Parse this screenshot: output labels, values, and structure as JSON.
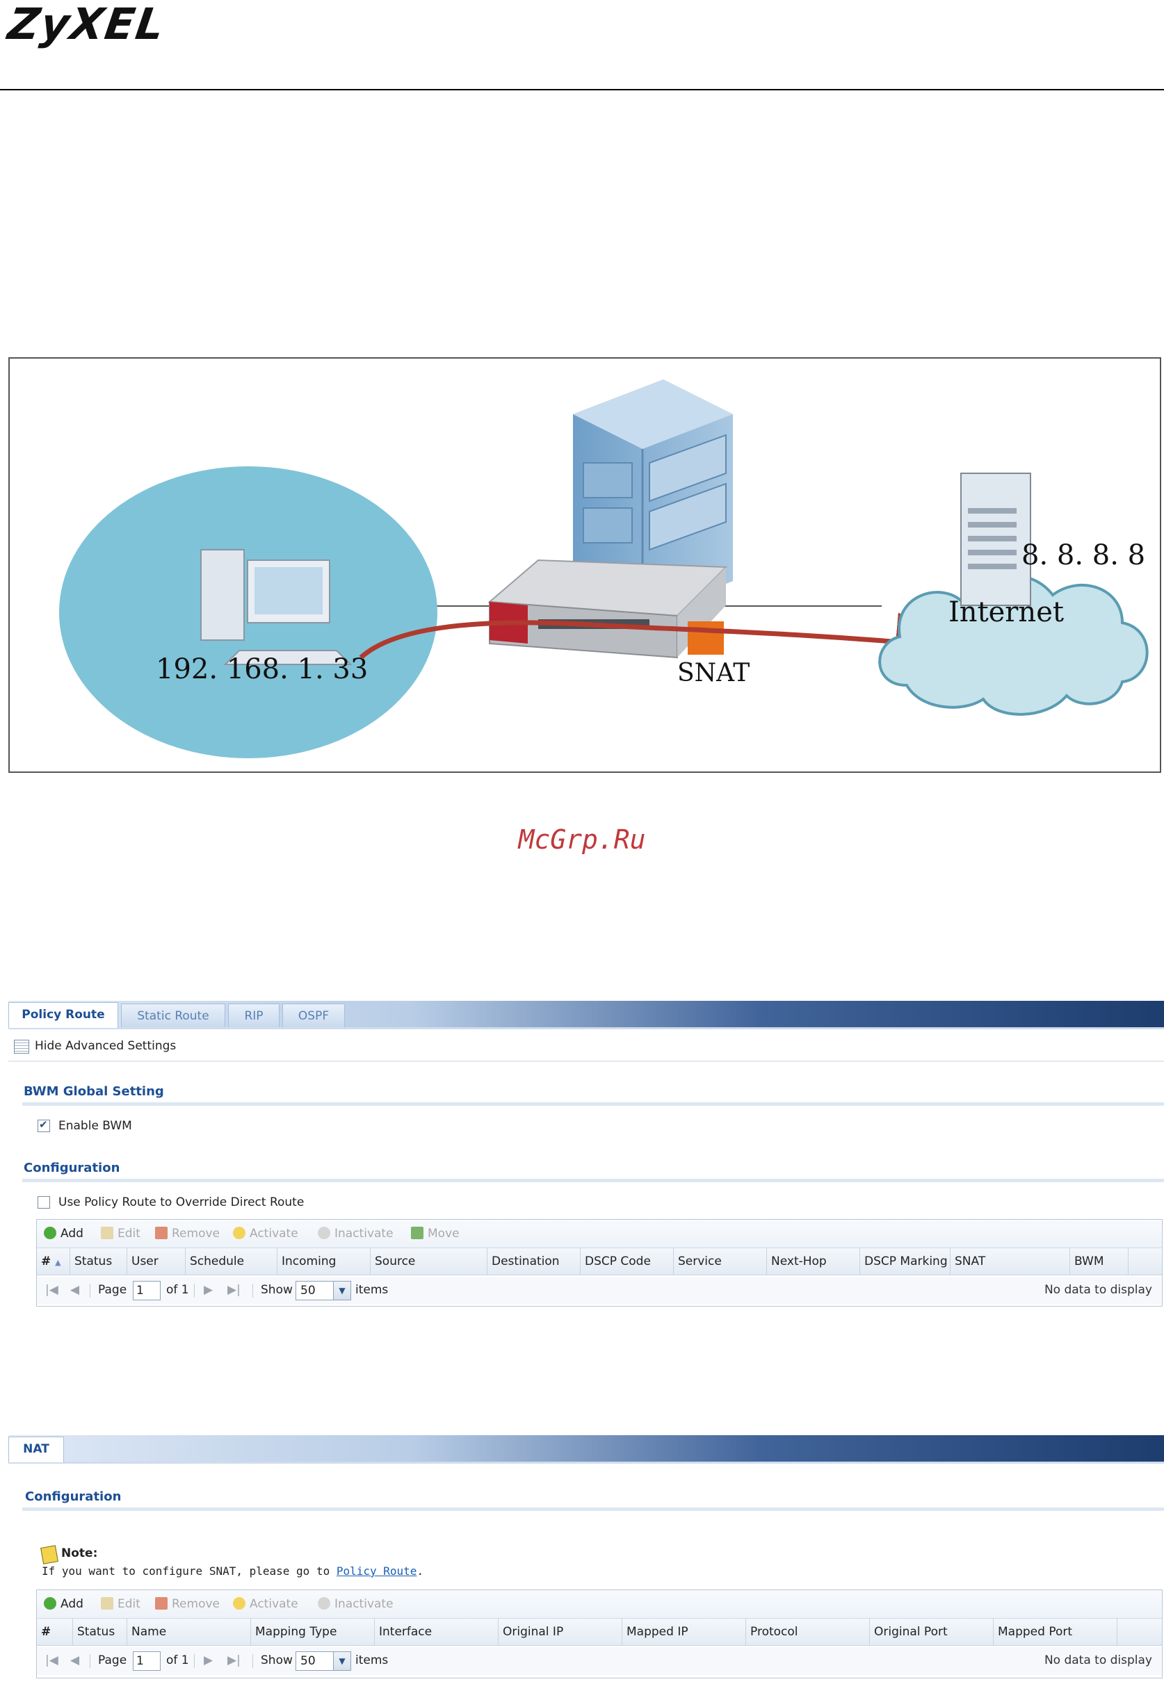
{
  "header": {
    "logo": "ZyXEL"
  },
  "diagram": {
    "lan_ip": "192. 168. 1. 33",
    "snat_label": "SNAT",
    "internet_label": "Internet",
    "dns_ip": "8. 8. 8. 8"
  },
  "watermark": "McGrp.Ru",
  "routing": {
    "tabs": [
      "Policy Route",
      "Static Route",
      "RIP",
      "OSPF"
    ],
    "advanced_toggle": "Hide Advanced Settings",
    "bwm_title": "BWM Global Setting",
    "enable_bwm": "Enable BWM",
    "config_title": "Configuration",
    "override_label": "Use Policy Route to Override Direct Route",
    "toolbar": [
      "Add",
      "Edit",
      "Remove",
      "Activate",
      "Inactivate",
      "Move"
    ],
    "columns": [
      "#",
      "Status",
      "User",
      "Schedule",
      "Incoming",
      "Source",
      "Destination",
      "DSCP Code",
      "Service",
      "Next-Hop",
      "DSCP Marking",
      "SNAT",
      "BWM"
    ],
    "pager": {
      "page_label": "Page",
      "page_value": "1",
      "of_label": "of 1",
      "show_label": "Show",
      "show_value": "50",
      "items_label": "items",
      "no_data": "No data to display"
    }
  },
  "nat": {
    "tabs": [
      "NAT"
    ],
    "config_title": "Configuration",
    "note_title": "Note:",
    "note_text": "If you want to configure SNAT, please go to ",
    "note_link": "Policy Route",
    "note_end": ".",
    "toolbar": [
      "Add",
      "Edit",
      "Remove",
      "Activate",
      "Inactivate"
    ],
    "columns": [
      "#",
      "Status",
      "Name",
      "Mapping Type",
      "Interface",
      "Original IP",
      "Mapped IP",
      "Protocol",
      "Original Port",
      "Mapped Port"
    ],
    "pager": {
      "page_label": "Page",
      "page_value": "1",
      "of_label": "of 1",
      "show_label": "Show",
      "show_value": "50",
      "items_label": "items",
      "no_data": "No data to display"
    }
  },
  "colors": {
    "accent": "#1d4f94",
    "arrow": "#b03a2e",
    "lan": "#7fc3d8",
    "snat_box": "#e8701a"
  }
}
